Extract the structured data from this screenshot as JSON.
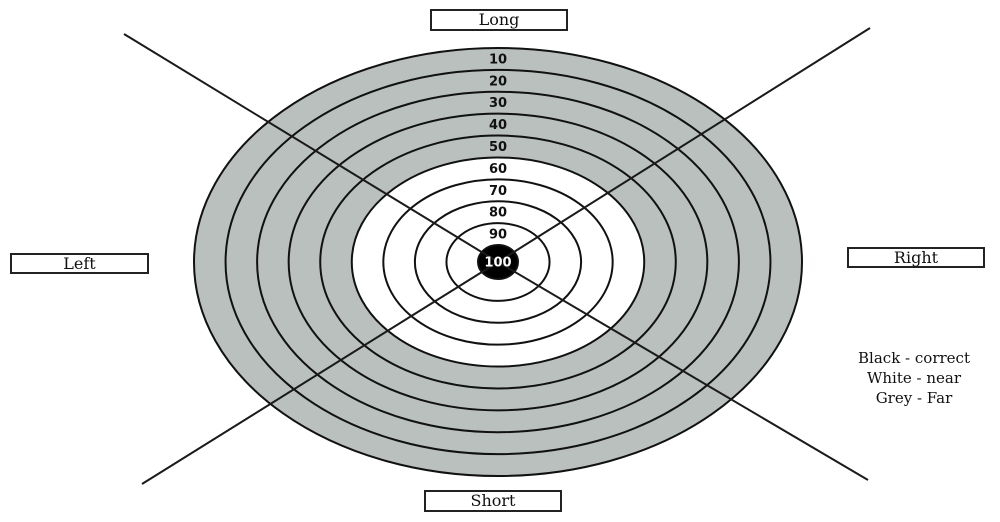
{
  "rings": [
    {
      "label": "10",
      "zone": "grey"
    },
    {
      "label": "20",
      "zone": "grey"
    },
    {
      "label": "30",
      "zone": "grey"
    },
    {
      "label": "40",
      "zone": "grey"
    },
    {
      "label": "50",
      "zone": "grey"
    },
    {
      "label": "60",
      "zone": "white"
    },
    {
      "label": "70",
      "zone": "white"
    },
    {
      "label": "80",
      "zone": "white"
    },
    {
      "label": "90",
      "zone": "white"
    },
    {
      "label": "100",
      "zone": "black"
    }
  ],
  "directions": {
    "long": "Long",
    "short": "Short",
    "left": "Left",
    "right": "Right"
  },
  "legend": {
    "black": "Black - correct",
    "white": "White - near",
    "grey": "Grey - Far"
  },
  "colors": {
    "grey": "#b9c0bd",
    "white": "#ffffff",
    "black": "#000000",
    "line": "#1a1a1a"
  }
}
